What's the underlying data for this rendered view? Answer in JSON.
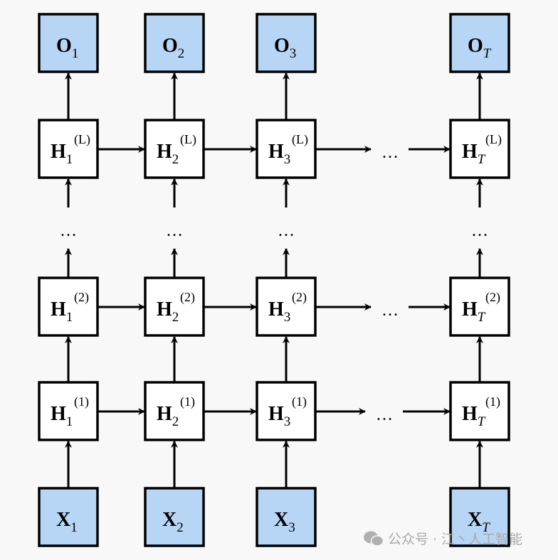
{
  "colors": {
    "input_output_fill": "#b7d6f6",
    "hidden_fill": "#ffffff",
    "stroke": "#000000",
    "background": "#f8f8f8",
    "watermark": "#a9a9a9"
  },
  "columns": [
    "1",
    "2",
    "3",
    "T"
  ],
  "outputs": {
    "symbol": "O",
    "subscripts": [
      "1",
      "2",
      "3",
      "T"
    ]
  },
  "inputs": {
    "symbol": "X",
    "subscripts": [
      "1",
      "2",
      "3",
      "T"
    ]
  },
  "hidden_layers": [
    {
      "symbol": "H",
      "superscript": "(L)",
      "subscripts": [
        "1",
        "2",
        "3",
        "T"
      ]
    },
    {
      "symbol": "H",
      "superscript": "(2)",
      "subscripts": [
        "1",
        "2",
        "3",
        "T"
      ]
    },
    {
      "symbol": "H",
      "superscript": "(1)",
      "subscripts": [
        "1",
        "2",
        "3",
        "T"
      ]
    }
  ],
  "ellipsis": "…",
  "watermark": {
    "icon": "wechat-icon",
    "text": "公众号 · 江丶人工智能"
  }
}
